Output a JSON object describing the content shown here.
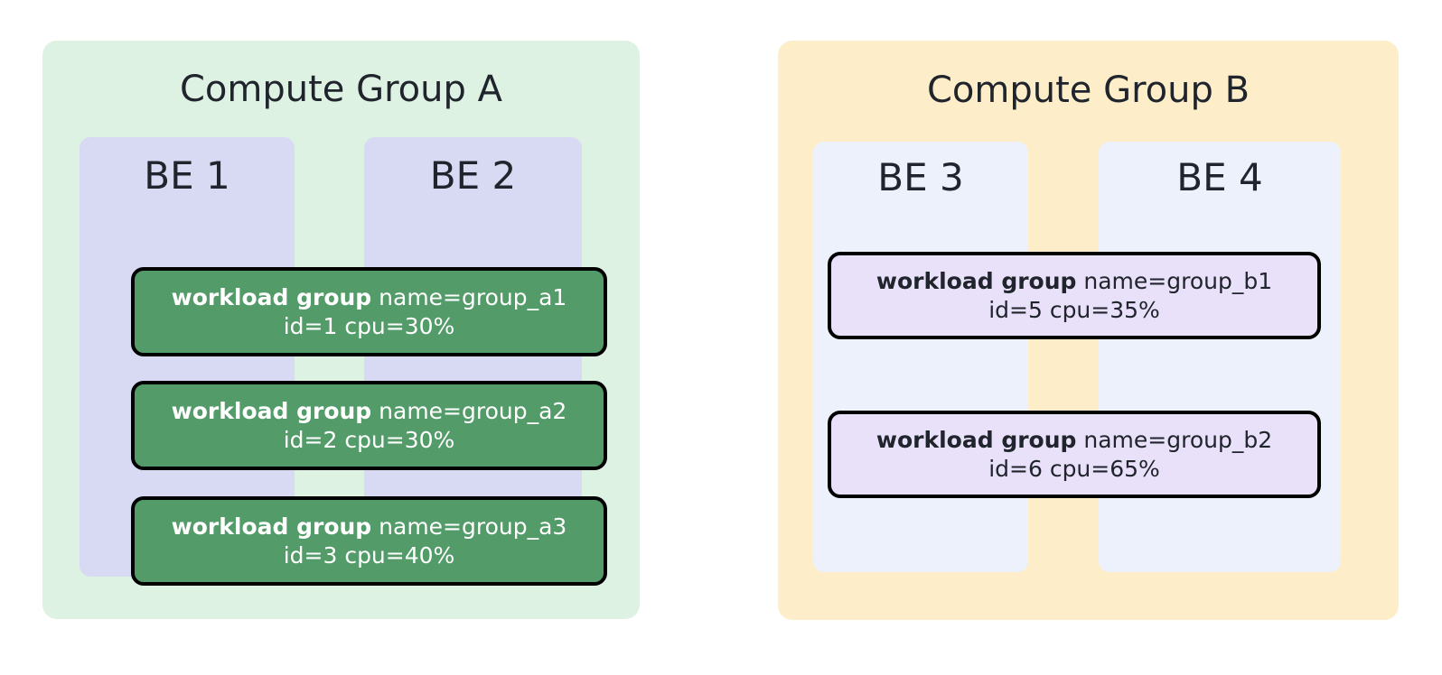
{
  "diagram": {
    "title_semantic": "compute-group-workload-topology",
    "colors": {
      "group_a_bg": "#def2e3",
      "group_b_bg": "#fdeec9",
      "be_a_bg": "#d7daf2",
      "be_b_bg": "#edf1fc",
      "workload_a_bg": "#539b68",
      "workload_a_text": "#ffffff",
      "workload_b_bg": "#e9e0fa",
      "workload_b_text": "#20242c",
      "card_border": "#000000",
      "page_bg": "#ffffff"
    }
  },
  "groups": [
    {
      "id": "group-a",
      "title": "Compute Group A",
      "backends": [
        {
          "id": "be-1",
          "label": "BE 1"
        },
        {
          "id": "be-2",
          "label": "BE 2"
        }
      ],
      "workloads": [
        {
          "id": "wl-a1",
          "kind_label": "workload group",
          "name_label": "name=group_a1",
          "detail_label": "id=1  cpu=30%",
          "name": "group_a1",
          "wg_id": 1,
          "cpu": "30%"
        },
        {
          "id": "wl-a2",
          "kind_label": "workload group",
          "name_label": "name=group_a2",
          "detail_label": "id=2  cpu=30%",
          "name": "group_a2",
          "wg_id": 2,
          "cpu": "30%"
        },
        {
          "id": "wl-a3",
          "kind_label": "workload group",
          "name_label": "name=group_a3",
          "detail_label": "id=3  cpu=40%",
          "name": "group_a3",
          "wg_id": 3,
          "cpu": "40%"
        }
      ]
    },
    {
      "id": "group-b",
      "title": "Compute Group B",
      "backends": [
        {
          "id": "be-3",
          "label": "BE 3"
        },
        {
          "id": "be-4",
          "label": "BE 4"
        }
      ],
      "workloads": [
        {
          "id": "wl-b1",
          "kind_label": "workload group",
          "name_label": "name=group_b1",
          "detail_label": "id=5  cpu=35%",
          "name": "group_b1",
          "wg_id": 5,
          "cpu": "35%"
        },
        {
          "id": "wl-b2",
          "kind_label": "workload group",
          "name_label": "name=group_b2",
          "detail_label": "id=6  cpu=65%",
          "name": "group_b2",
          "wg_id": 6,
          "cpu": "65%"
        }
      ]
    }
  ]
}
